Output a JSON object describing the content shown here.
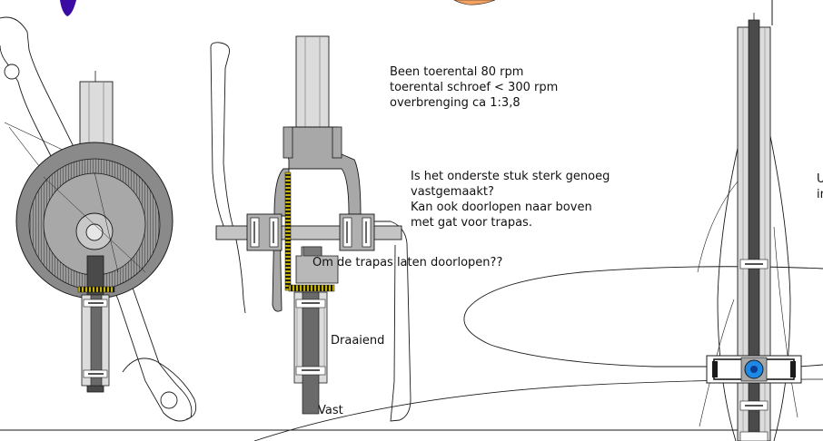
{
  "colors": {
    "line": "#1a1a1a",
    "metal_light": "#dcdcdc",
    "metal_mid": "#a8a8a8",
    "metal_dark": "#7a7a7a",
    "rod_dark": "#4a4a4a",
    "gear": "#c8b400",
    "bearing_blue": "#1e88e5",
    "accent_purple": "#3a0ca3",
    "accent_orange": "#f4a261"
  },
  "notes": {
    "speeds": {
      "line1": "Been toerental 80 rpm",
      "line2": "toerental schroef < 300 rpm",
      "line3": "overbrenging ca 1:3,8"
    },
    "question": {
      "line1": "Is het onderste stuk sterk genoeg",
      "line2": "vastgemaakt?",
      "line3": "Kan ook doorlopen naar boven",
      "line4": "met gat voor trapas."
    },
    "trapas": "Om de trapas laten doorlopen??",
    "draaiend": "Draaiend",
    "vast": "Vast",
    "cut_right": {
      "line1": "U",
      "line2": "in"
    }
  }
}
